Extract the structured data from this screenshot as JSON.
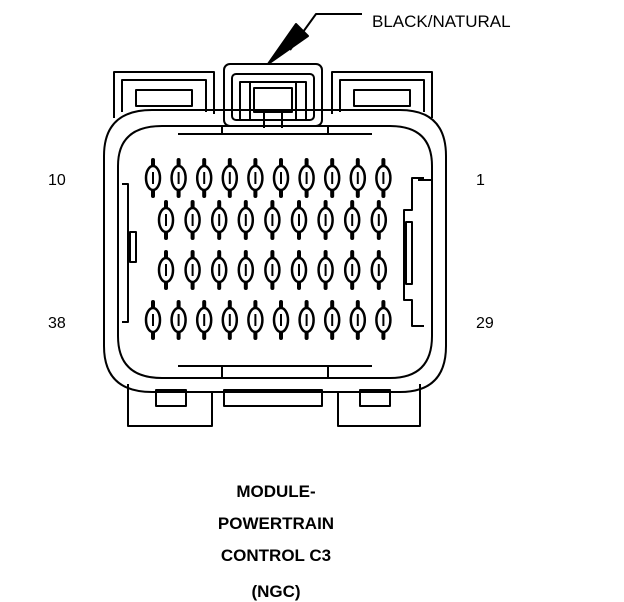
{
  "connector": {
    "color_callout": "BLACK/NATURAL",
    "pin_labels": {
      "top_left": "10",
      "top_right": "1",
      "bottom_left": "38",
      "bottom_right": "29"
    },
    "pin_rows": [
      {
        "row": "row-1",
        "count": 10
      },
      {
        "row": "row-2",
        "count": 9
      },
      {
        "row": "row-3",
        "count": 9
      },
      {
        "row": "row-4",
        "count": 10
      }
    ]
  },
  "caption": {
    "line1": "MODULE-",
    "line2": "POWERTRAIN",
    "line3": "CONTROL C3",
    "line4": "(NGC)"
  },
  "colors": {
    "line": "#000000",
    "background": "#ffffff"
  }
}
